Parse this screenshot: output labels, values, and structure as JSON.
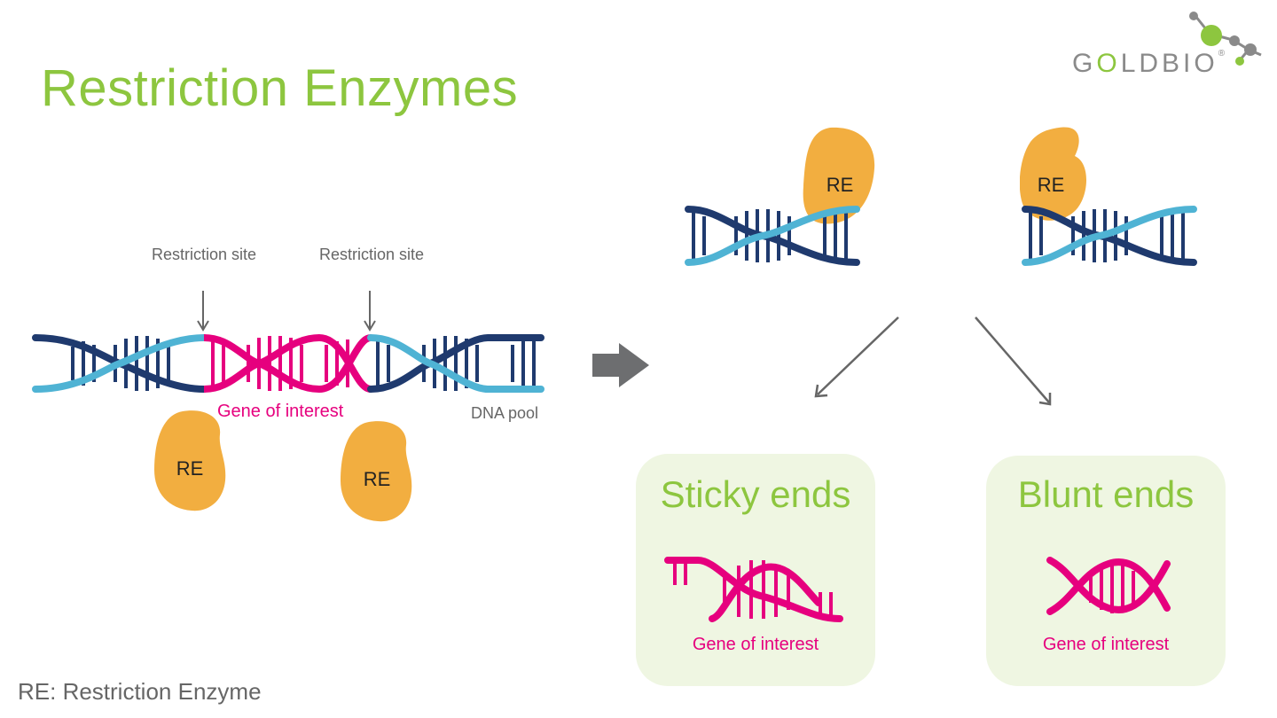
{
  "title": "Restriction Enzymes",
  "logo": {
    "text_pre": "G",
    "text_o": "O",
    "text_post": "LDBIO",
    "registered": "®"
  },
  "left_diagram": {
    "site_label_1": "Restriction site",
    "site_label_2": "Restriction site",
    "gene_label": "Gene of interest",
    "pool_label": "DNA pool",
    "enzyme_1": "RE",
    "enzyme_2": "RE"
  },
  "right_diagram": {
    "enzyme_left": "RE",
    "enzyme_right": "RE"
  },
  "results": [
    {
      "title": "Sticky ends",
      "gene_label": "Gene of interest"
    },
    {
      "title": "Blunt ends",
      "gene_label": "Gene of interest"
    }
  ],
  "footnote": "RE: Restriction Enzyme",
  "colors": {
    "green": "#8dc63f",
    "magenta": "#e6007e",
    "navy": "#1f3a6e",
    "light_blue": "#4fb3d4",
    "orange": "#f2ae40",
    "gray": "#666666",
    "box_bg": "#eff6e2"
  }
}
